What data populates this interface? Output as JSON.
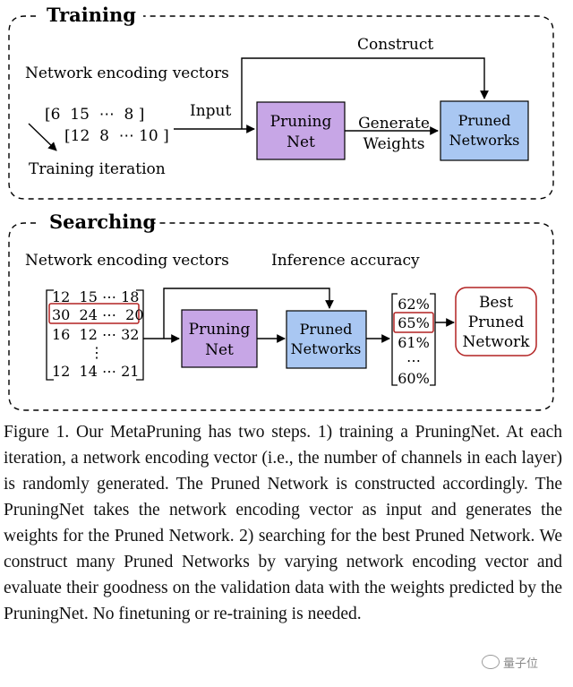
{
  "training": {
    "title": "Training",
    "encoding_label": "Network encoding vectors",
    "vector_1": "[6  15  ⋯  8 ]",
    "vector_2": "[12  8  ⋯ 10 ]",
    "iteration_label": "Training iteration",
    "input_label": "Input",
    "construct_label": "Construct",
    "generate_label_1": "Generate",
    "generate_label_2": "Weights",
    "pruning_net": [
      "Pruning",
      "Net"
    ],
    "pruned_networks": [
      "Pruned",
      "Networks"
    ]
  },
  "searching": {
    "title": "Searching",
    "encoding_label": "Network encoding vectors",
    "inference_label": "Inference accuracy",
    "matrix_rows": [
      "12  15 ⋯ 18",
      "30  24 ⋯  20",
      "16  12 ⋯ 32",
      "⋮",
      "12  14 ⋯ 21"
    ],
    "pruning_net": [
      "Pruning",
      "Net"
    ],
    "pruned_networks": [
      "Pruned",
      "Networks"
    ],
    "accuracies": [
      "62%",
      "65%",
      "61%",
      "⋯",
      "60%"
    ],
    "best_box": [
      "Best",
      "Pruned",
      "Network"
    ]
  },
  "caption": "Figure 1. Our MetaPruning has two steps.  1) training a PruningNet.  At each iteration, a network encoding vector (i.e., the number of channels in each layer) is randomly generated.  The Pruned Network is constructed accordingly. The PruningNet takes the network encoding vector as input and generates the weights for the Pruned Network.  2) searching for the best Pruned Network.  We construct many Pruned Networks by varying network encoding vector and evaluate their goodness on the validation data with the weights predicted by the PruningNet.  No finetuning or re-training is needed.",
  "watermark": "量子位",
  "colors": {
    "pruning_net_fill": "#c7a6e6",
    "pruned_networks_fill": "#a9c7f2",
    "highlight_red": "#b22222"
  }
}
